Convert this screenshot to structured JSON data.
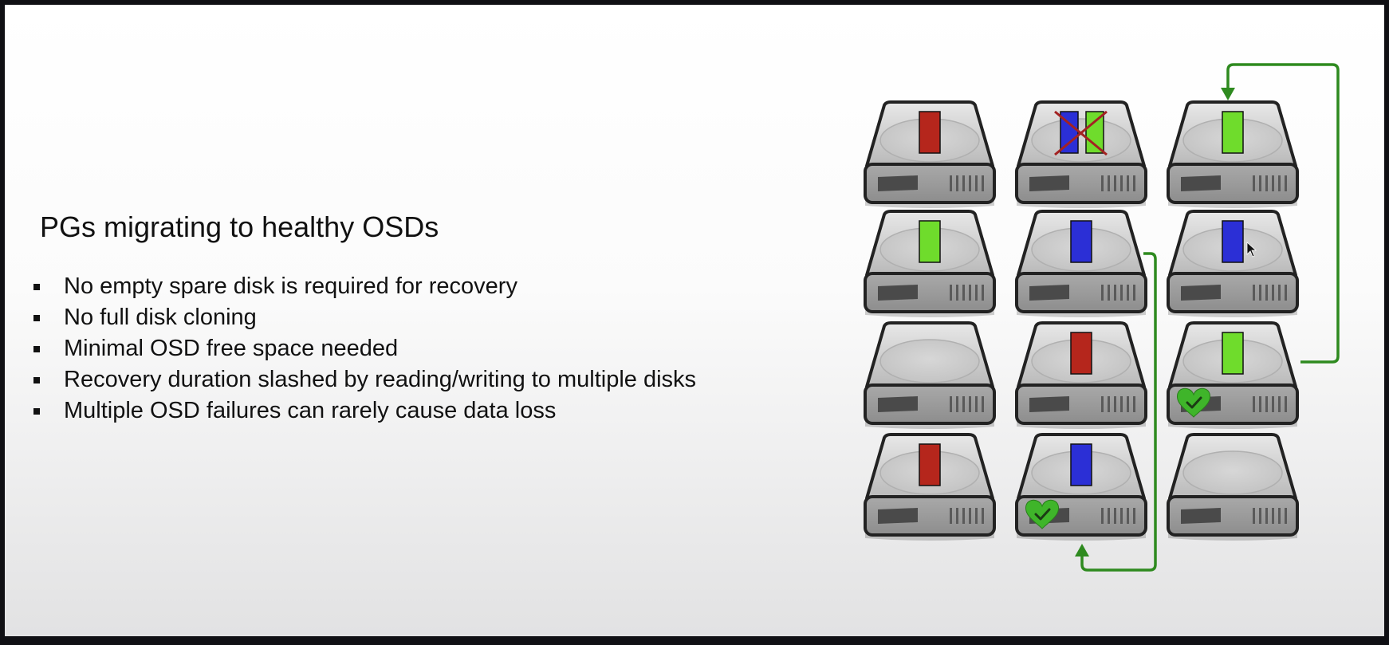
{
  "slide": {
    "title": "PGs migrating to healthy OSDs",
    "bullets": [
      "No empty spare disk is required for recovery",
      "No full disk cloning",
      "Minimal OSD free space needed",
      "Recovery duration slashed by reading/writing to multiple disks",
      "Multiple OSD failures can rarely cause data loss"
    ]
  },
  "colors": {
    "red_pg": "#b5261c",
    "blue_pg": "#2b2fd6",
    "green_pg": "#6fdc2c",
    "arrow": "#2e8a1f",
    "heart": "#3fb52a",
    "disk_body": "#c9c9c9",
    "disk_outline": "#222222"
  },
  "diagram": {
    "grid": {
      "rows": 4,
      "cols": 3
    },
    "disks": [
      {
        "row": 0,
        "col": 0,
        "pgs": [
          "red"
        ]
      },
      {
        "row": 0,
        "col": 1,
        "pgs": [
          "blue",
          "green"
        ],
        "failed": true
      },
      {
        "row": 0,
        "col": 2,
        "pgs": [
          "green"
        ]
      },
      {
        "row": 1,
        "col": 0,
        "pgs": [
          "green"
        ]
      },
      {
        "row": 1,
        "col": 1,
        "pgs": [
          "blue"
        ]
      },
      {
        "row": 1,
        "col": 2,
        "pgs": [
          "blue"
        ]
      },
      {
        "row": 2,
        "col": 0,
        "pgs": []
      },
      {
        "row": 2,
        "col": 1,
        "pgs": [
          "red"
        ]
      },
      {
        "row": 2,
        "col": 2,
        "pgs": [
          "green"
        ],
        "healthy_badge": true
      },
      {
        "row": 3,
        "col": 0,
        "pgs": [
          "red"
        ]
      },
      {
        "row": 3,
        "col": 1,
        "pgs": [
          "blue"
        ],
        "healthy_badge": true
      },
      {
        "row": 3,
        "col": 2,
        "pgs": []
      }
    ],
    "migrations": [
      {
        "from": "row2-col2",
        "to": "row0-col2",
        "pg": "green"
      },
      {
        "from": "row1-col1",
        "to": "row3-col1",
        "pg": "blue"
      }
    ]
  }
}
